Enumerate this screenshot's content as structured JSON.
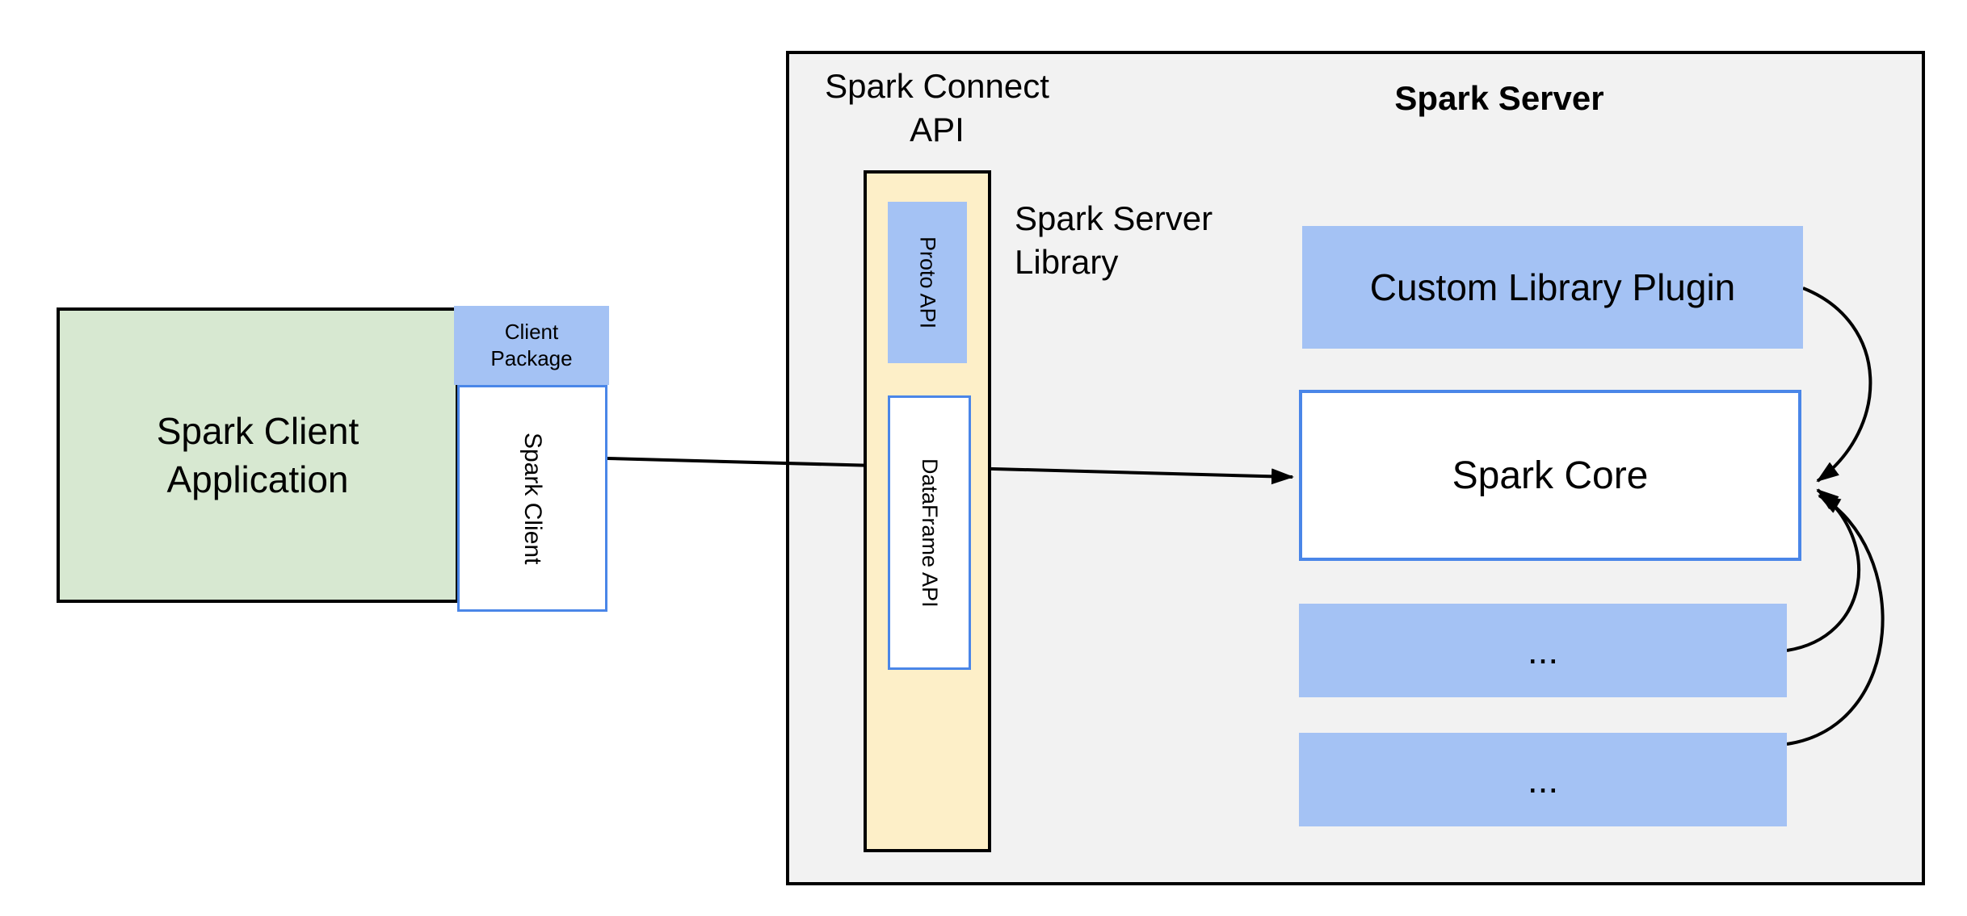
{
  "colors": {
    "green_fill": "#d7e8d1",
    "blue_fill": "#a4c2f4",
    "yellow_fill": "#fdefc8",
    "gray_fill": "#f2f2f2",
    "blue_border": "#4a86e8",
    "line_color": "#000000"
  },
  "client_application": {
    "label_line1": "Spark Client",
    "label_line2": "Application"
  },
  "client_package": {
    "label_line1": "Client",
    "label_line2": "Package"
  },
  "spark_client": {
    "label": "Spark Client"
  },
  "spark_connect_api": {
    "label_line1": "Spark Connect",
    "label_line2": "API"
  },
  "spark_server_library": {
    "label_line1": "Spark Server",
    "label_line2": "Library"
  },
  "proto_api": {
    "label": "Proto API"
  },
  "dataframe_api": {
    "label": "DataFrame API"
  },
  "spark_server": {
    "title": "Spark Server"
  },
  "custom_library_plugin": {
    "label": "Custom Library Plugin"
  },
  "spark_core": {
    "label": "Spark Core"
  },
  "plugin_slot_1": {
    "label": "..."
  },
  "plugin_slot_2": {
    "label": "..."
  }
}
